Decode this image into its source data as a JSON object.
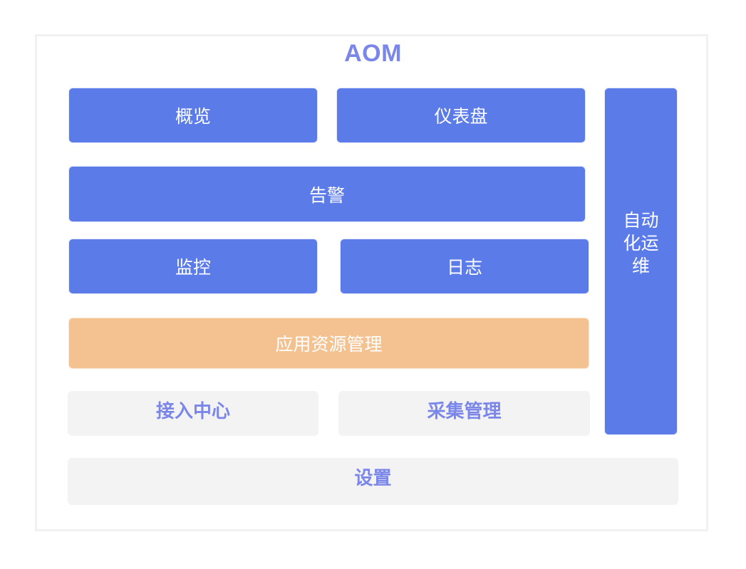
{
  "diagram": {
    "title": "AOM",
    "blocks": {
      "overview": "概览",
      "dashboard": "仪表盘",
      "alarm": "告警",
      "monitoring": "监控",
      "logs": "日志",
      "app_resource_management": "应用资源管理",
      "access_center": "接入中心",
      "collection_management": "采集管理",
      "settings": "设置",
      "automated_ops": "自动化运维"
    }
  }
}
